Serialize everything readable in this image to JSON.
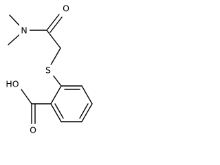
{
  "structure": {
    "atoms": {
      "oxygen_carbonyl_amide": "O",
      "nitrogen": "N",
      "sulfur": "S",
      "hydroxyl": "HO",
      "oxygen_carbonyl_acid": "O"
    },
    "colors": {
      "bond": "#000000",
      "label": "#000000",
      "background": "#ffffff"
    }
  }
}
